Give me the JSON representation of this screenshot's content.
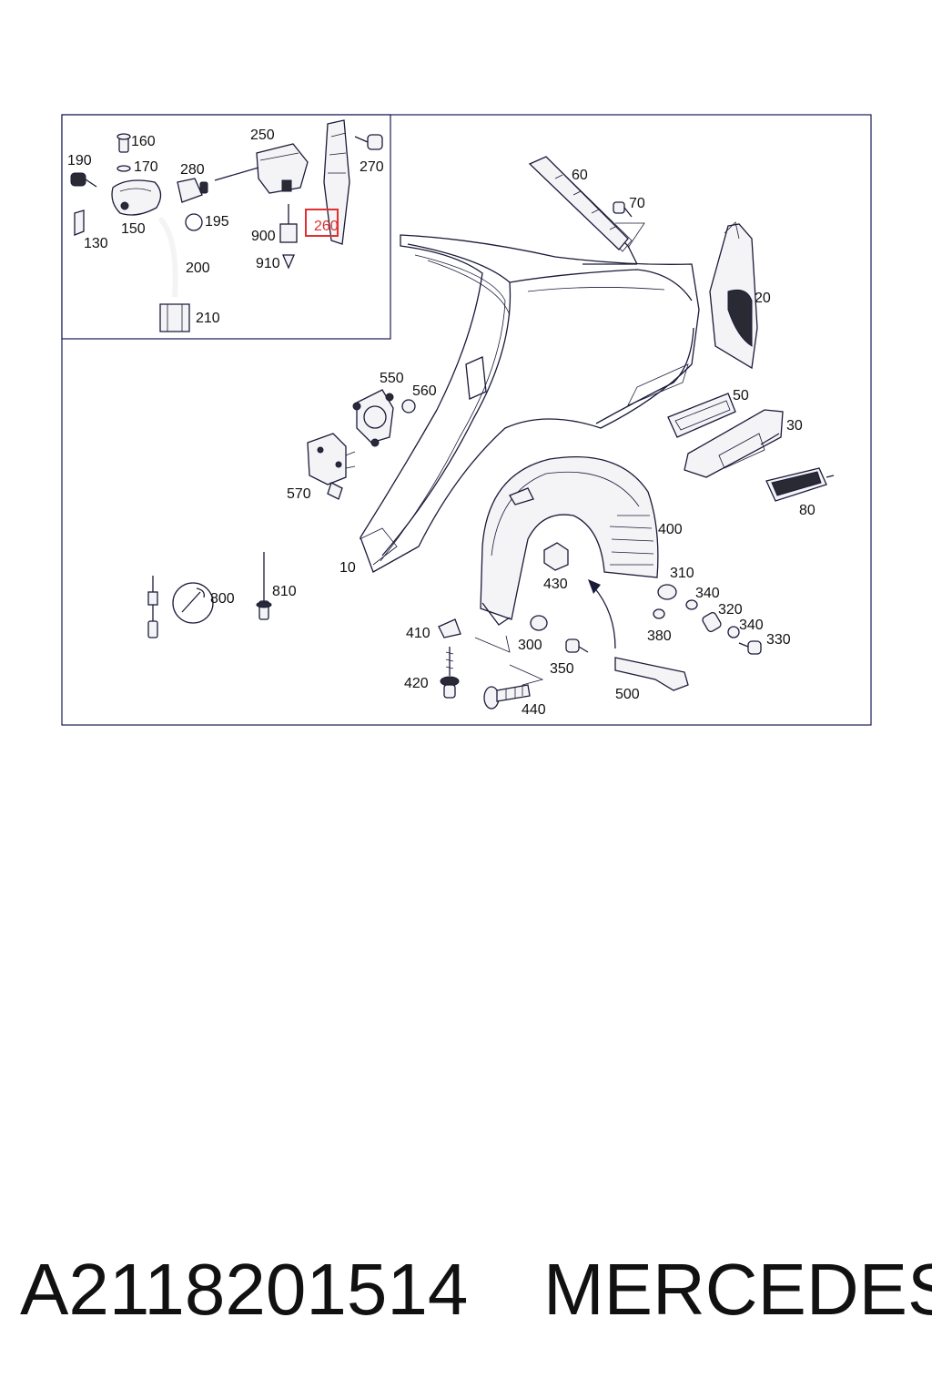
{
  "diagram": {
    "callouts": [
      {
        "id": "c160",
        "text": "160"
      },
      {
        "id": "c190",
        "text": "190"
      },
      {
        "id": "c170",
        "text": "170"
      },
      {
        "id": "c250",
        "text": "250"
      },
      {
        "id": "c280",
        "text": "280"
      },
      {
        "id": "c270",
        "text": "270"
      },
      {
        "id": "c150",
        "text": "150"
      },
      {
        "id": "c195",
        "text": "195"
      },
      {
        "id": "c130",
        "text": "130"
      },
      {
        "id": "c260",
        "text": "260"
      },
      {
        "id": "c900",
        "text": "900"
      },
      {
        "id": "c910",
        "text": "910"
      },
      {
        "id": "c200",
        "text": "200"
      },
      {
        "id": "c210",
        "text": "210"
      },
      {
        "id": "c60",
        "text": "60"
      },
      {
        "id": "c70",
        "text": "70"
      },
      {
        "id": "c20",
        "text": "20"
      },
      {
        "id": "c550",
        "text": "550"
      },
      {
        "id": "c560",
        "text": "560"
      },
      {
        "id": "c50",
        "text": "50"
      },
      {
        "id": "c30",
        "text": "30"
      },
      {
        "id": "c570",
        "text": "570"
      },
      {
        "id": "c80",
        "text": "80"
      },
      {
        "id": "c400",
        "text": "400"
      },
      {
        "id": "c10",
        "text": "10"
      },
      {
        "id": "c810",
        "text": "810"
      },
      {
        "id": "c800",
        "text": "800"
      },
      {
        "id": "c430",
        "text": "430"
      },
      {
        "id": "c310",
        "text": "310"
      },
      {
        "id": "c340a",
        "text": "340"
      },
      {
        "id": "c320",
        "text": "320"
      },
      {
        "id": "c340b",
        "text": "340"
      },
      {
        "id": "c380",
        "text": "380"
      },
      {
        "id": "c410",
        "text": "410"
      },
      {
        "id": "c300",
        "text": "300"
      },
      {
        "id": "c330",
        "text": "330"
      },
      {
        "id": "c350",
        "text": "350"
      },
      {
        "id": "c420",
        "text": "420"
      },
      {
        "id": "c500",
        "text": "500"
      },
      {
        "id": "c440",
        "text": "440"
      }
    ],
    "highlighted_callout": "260",
    "highlight_color": "#e03030"
  },
  "footer": {
    "part_number": "A2118201514",
    "brand": "MERCEDES"
  }
}
